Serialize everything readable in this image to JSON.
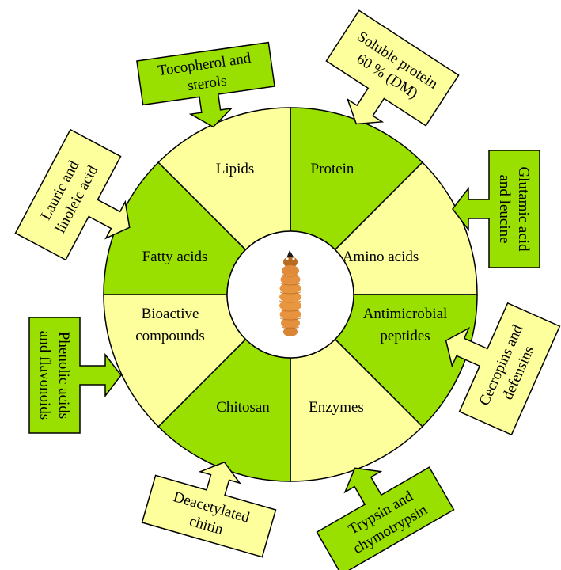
{
  "colors": {
    "green": "#99e000",
    "yellow": "#fdfe9c",
    "stroke": "#000000",
    "background": "#ffffff"
  },
  "segments": [
    {
      "id": "protein",
      "lines": [
        "Protein"
      ],
      "color": "green"
    },
    {
      "id": "amino-acids",
      "lines": [
        "Amino acids"
      ],
      "color": "yellow"
    },
    {
      "id": "antimicrobial-peptides",
      "lines": [
        "Antimicrobial",
        "peptides"
      ],
      "color": "green"
    },
    {
      "id": "enzymes",
      "lines": [
        "Enzymes"
      ],
      "color": "yellow"
    },
    {
      "id": "chitosan",
      "lines": [
        "Chitosan"
      ],
      "color": "green"
    },
    {
      "id": "bioactive-compounds",
      "lines": [
        "Bioactive",
        "compounds"
      ],
      "color": "yellow"
    },
    {
      "id": "fatty-acids",
      "lines": [
        "Fatty acids"
      ],
      "color": "green"
    },
    {
      "id": "lipids",
      "lines": [
        "Lipids"
      ],
      "color": "yellow"
    }
  ],
  "callouts": [
    {
      "id": "soluble-protein",
      "lines": [
        "Soluble protein",
        "60 % (DM)"
      ],
      "color": "yellow"
    },
    {
      "id": "glutamic-leucine",
      "lines": [
        "Glutamic acid",
        "and leucine"
      ],
      "color": "green"
    },
    {
      "id": "cecropins-defensins",
      "lines": [
        "Cecropins and",
        "defensins"
      ],
      "color": "yellow"
    },
    {
      "id": "trypsin",
      "lines": [
        "Trypsin and",
        "chymotrypsin"
      ],
      "color": "green"
    },
    {
      "id": "deacetylated-chitin",
      "lines": [
        "Deacetylated",
        "chitin"
      ],
      "color": "yellow"
    },
    {
      "id": "phenolic-flavonoids",
      "lines": [
        "Phenolic acids",
        "and flavonoids"
      ],
      "color": "green"
    },
    {
      "id": "lauric-linoleic",
      "lines": [
        "Lauric and",
        "linoleic acid"
      ],
      "color": "yellow"
    },
    {
      "id": "tocopherol-sterols",
      "lines": [
        "Tocopherol and",
        "sterols"
      ],
      "color": "green"
    }
  ],
  "center_image": {
    "icon": "larva-icon"
  }
}
